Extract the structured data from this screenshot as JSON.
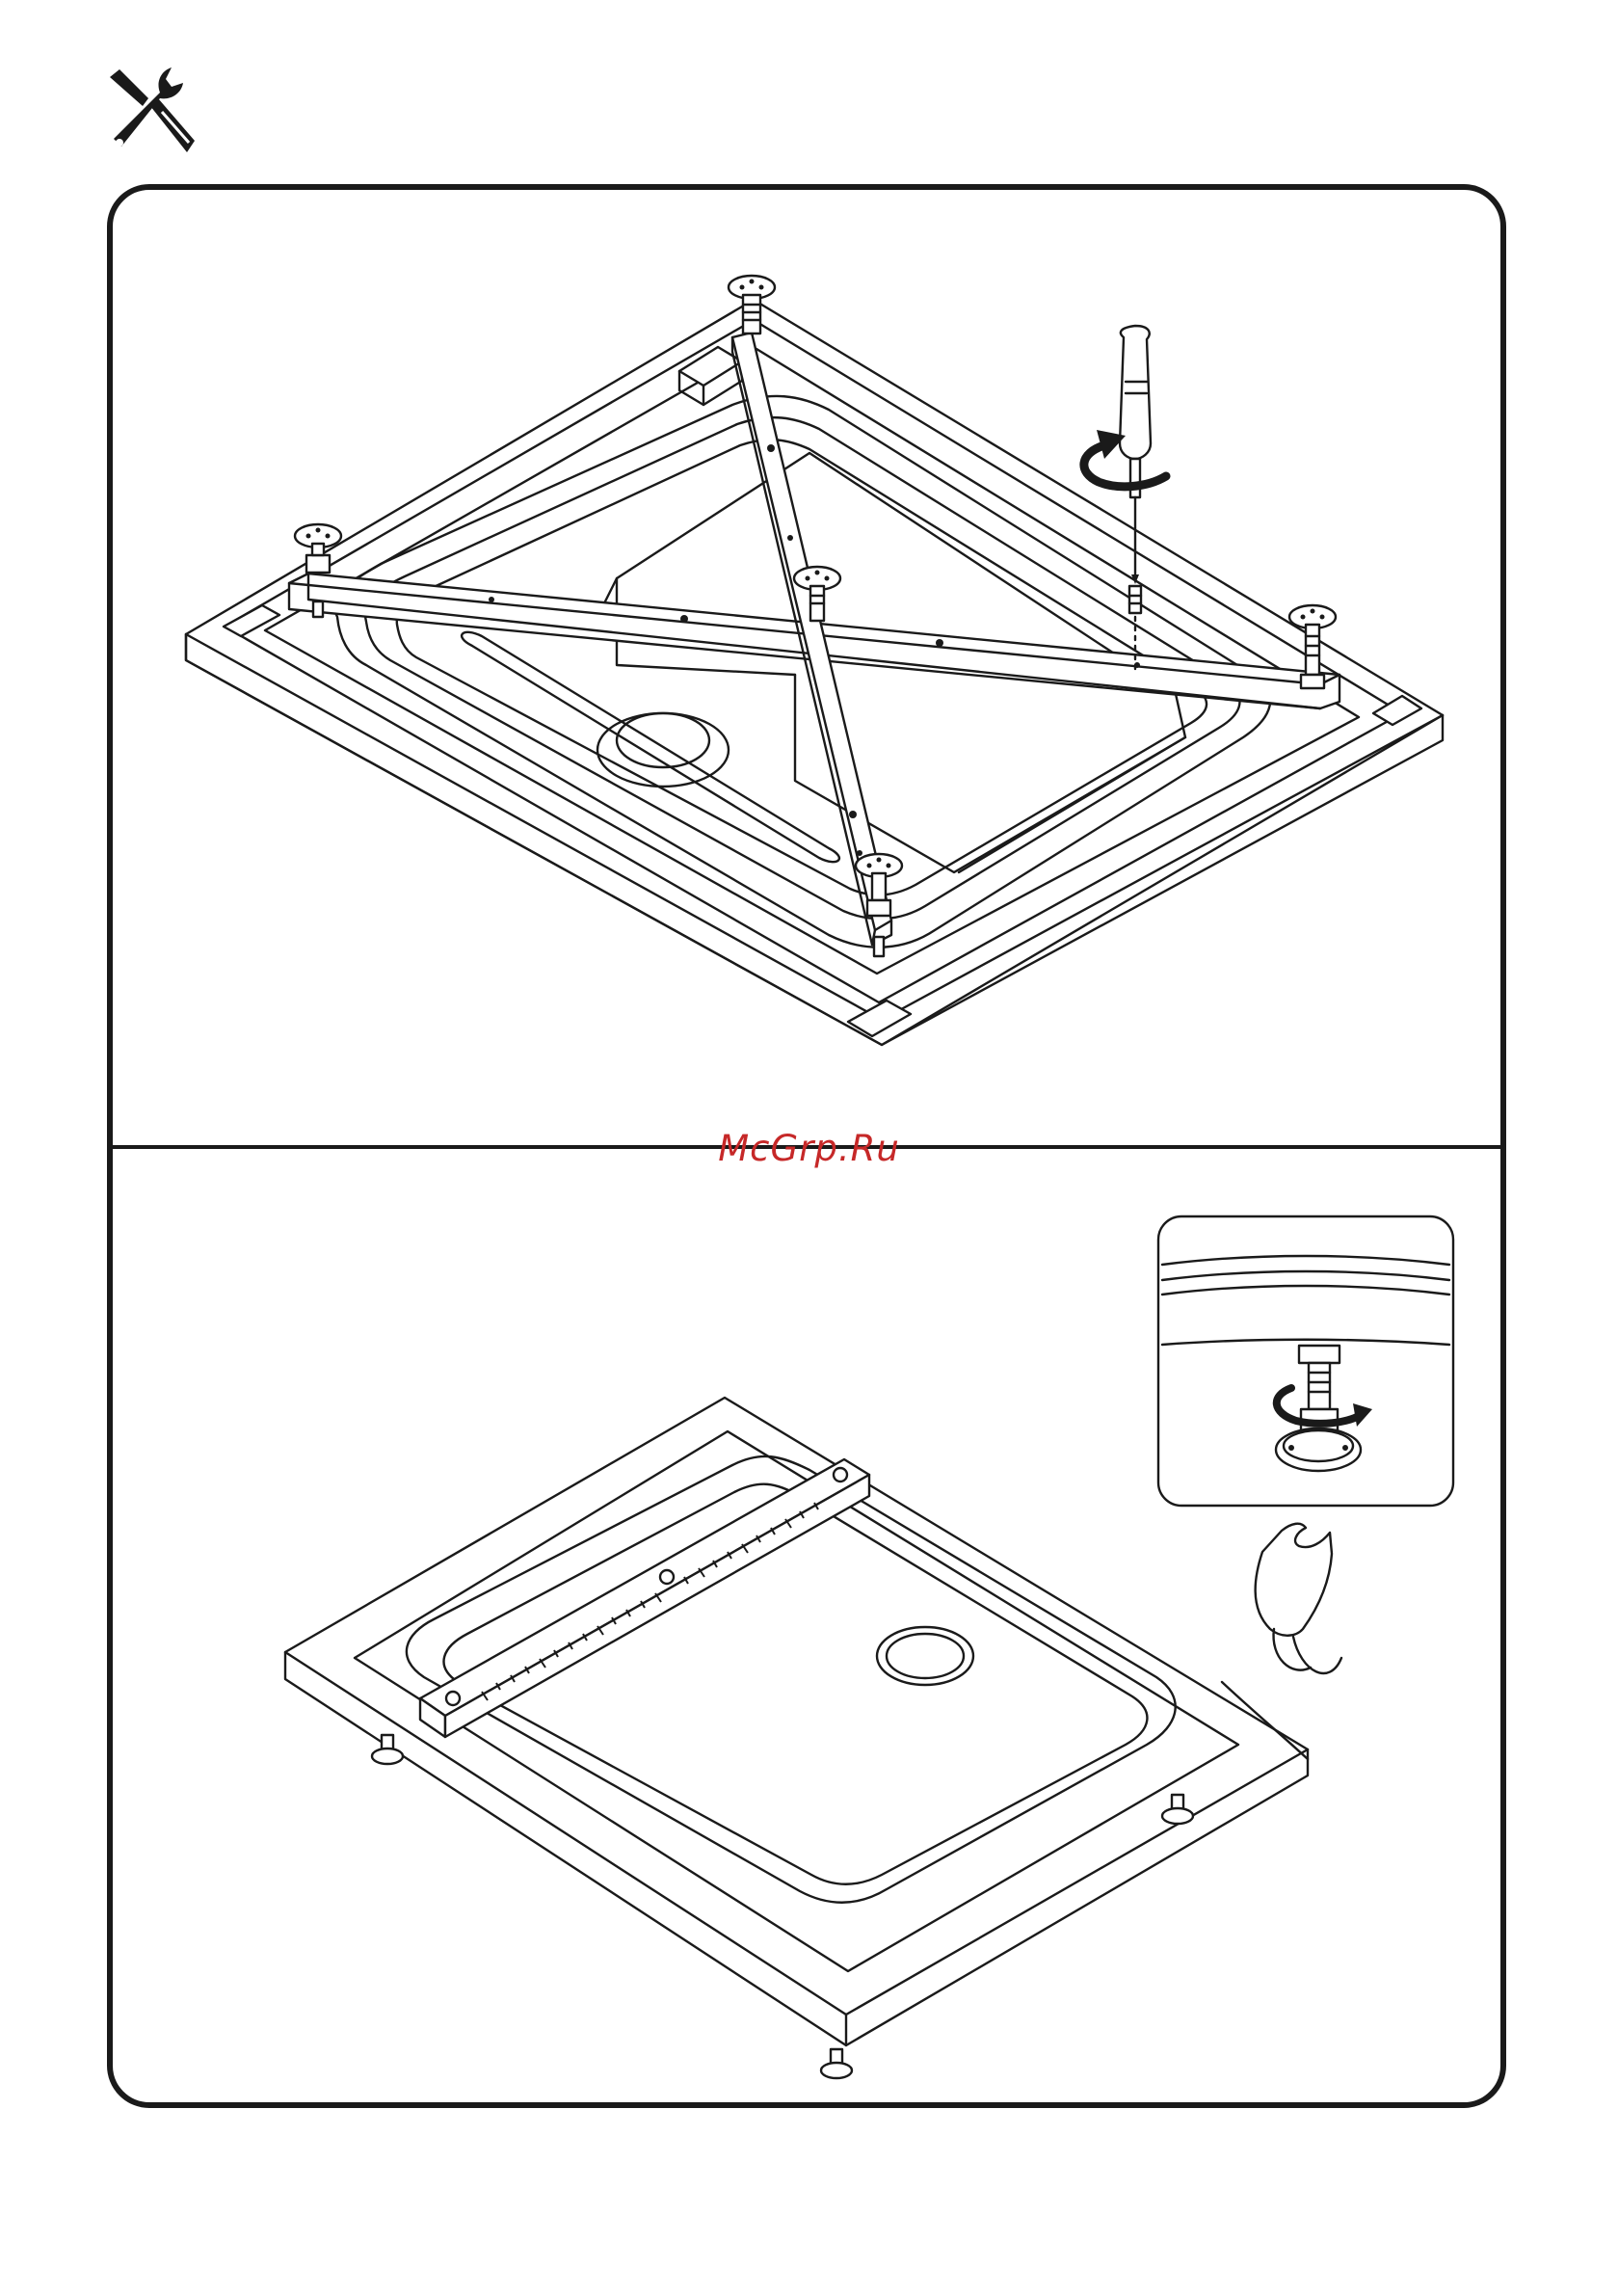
{
  "header": {
    "icon": "tools-icon"
  },
  "watermark": {
    "text": "McGrp.Ru",
    "color": "#c62828"
  },
  "panels": [
    {
      "name": "step-frame-assembly",
      "icons": [
        "shower-tray-underside",
        "frame-crossbars",
        "adjustable-leg-icon",
        "screwdriver-icon",
        "rotate-arrow-icon"
      ]
    },
    {
      "name": "step-level-adjustment",
      "icons": [
        "shower-tray",
        "spirit-level-ruler",
        "leveling-foot-detail",
        "hand-icon",
        "rotate-arrow-icon"
      ]
    }
  ]
}
